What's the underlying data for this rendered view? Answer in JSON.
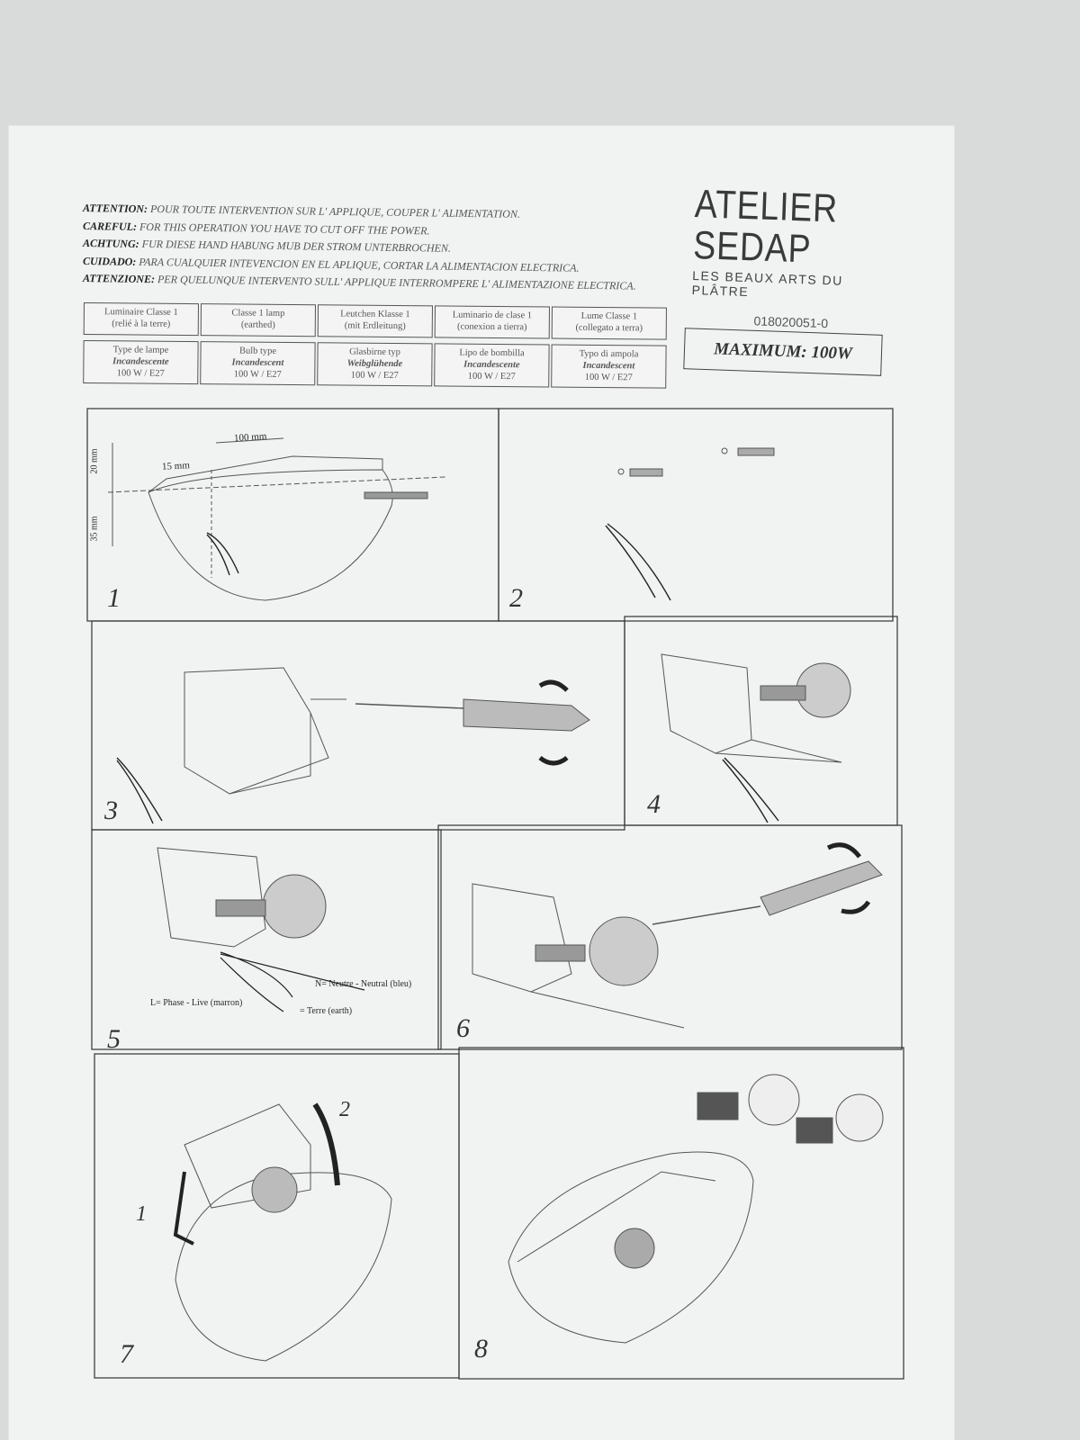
{
  "warnings": [
    {
      "key": "ATTENTION:",
      "text": "POUR TOUTE INTERVENTION SUR L' APPLIQUE, COUPER L' ALIMENTATION."
    },
    {
      "key": "CAREFUL:",
      "text": "FOR THIS OPERATION YOU HAVE TO CUT OFF THE POWER."
    },
    {
      "key": "ACHTUNG:",
      "text": "FUR DIESE HAND HABUNG MUB DER STROM UNTERBROCHEN."
    },
    {
      "key": "CUIDADO:",
      "text": "PARA CUALQUIER INTEVENCION EN EL APLIQUE, CORTAR LA ALIMENTACION ELECTRICA."
    },
    {
      "key": "ATTENZIONE:",
      "text": "PER QUELUNQUE INTERVENTO SULL' APPLIQUE INTERROMPERE L' ALIMENTAZIONE ELECTRICA."
    }
  ],
  "brand": {
    "name": "ATELIER SEDAP",
    "tagline": "LES BEAUX ARTS DU PLÂTRE",
    "code": "018020051-0"
  },
  "specs": {
    "class": [
      {
        "line1": "Luminaire Classe 1",
        "line2": "(relié à la terre)"
      },
      {
        "line1": "Classe 1 lamp",
        "line2": "(earthed)"
      },
      {
        "line1": "Leutchen Klasse 1",
        "line2": "(mit Erdleitung)"
      },
      {
        "line1": "Luminario de clase 1",
        "line2": "(conexion a tierra)"
      },
      {
        "line1": "Lume Classe 1",
        "line2": "(collegato a terra)"
      }
    ],
    "bulb": [
      {
        "label": "Type de lampe",
        "type": "Incandescente",
        "value": "100 W / E27"
      },
      {
        "label": "Bulb type",
        "type": "Incandescent",
        "value": "100 W / E27"
      },
      {
        "label": "Glasbirne typ",
        "type": "Weibglühende",
        "value": "100 W / E27"
      },
      {
        "label": "Lipo de bombilla",
        "type": "Incandescente",
        "value": "100 W / E27"
      },
      {
        "label": "Typo di ampola",
        "type": "Incandescent",
        "value": "100 W / E27"
      }
    ]
  },
  "maximum": "MAXIMUM: 100W",
  "steps": {
    "p1": {
      "num": "1",
      "dim_top": "100 mm",
      "dim_left": "15 mm",
      "dim_v1": "20 mm",
      "dim_v2": "35 mm"
    },
    "p2": {
      "num": "2"
    },
    "p3": {
      "num": "3"
    },
    "p4": {
      "num": "4"
    },
    "p5": {
      "num": "5",
      "label_n": "N= Neutre - Neutral (bleu)",
      "label_l": "L= Phase - Live (marron)",
      "label_e": "= Terre (earth)"
    },
    "p6": {
      "num": "6"
    },
    "p7": {
      "num": "7",
      "arrow1": "1",
      "arrow2": "2"
    },
    "p8": {
      "num": "8"
    }
  }
}
